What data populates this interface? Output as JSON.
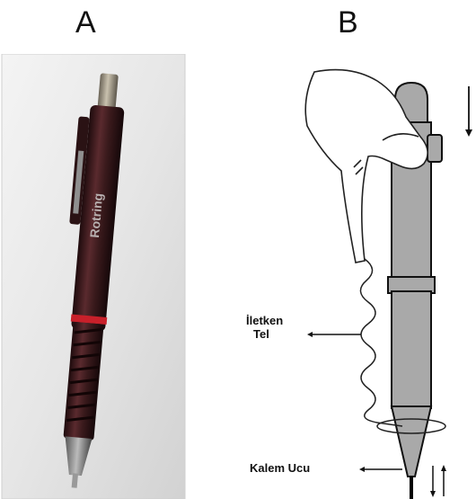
{
  "panels": {
    "a": {
      "label": "A"
    },
    "b": {
      "label": "B"
    }
  },
  "diagram": {
    "wire_label_line1": "İletken",
    "wire_label_line2": "Tel",
    "tip_label": "Kalem Ucu"
  },
  "pen_photo": {
    "barrel_text": "Rotring"
  },
  "colors": {
    "barrel": "#3a1a1c",
    "pen_diagram_fill": "#a9a9a9",
    "ring": "#c8202a",
    "background": "#ffffff"
  }
}
